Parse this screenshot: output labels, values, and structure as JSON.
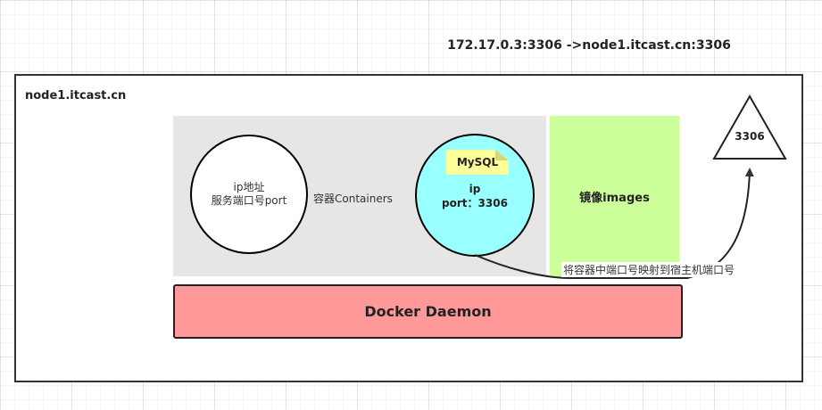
{
  "header": {
    "mapping": "172.17.0.3:3306  ->node1.itcast.cn:3306"
  },
  "host": {
    "title": "node1.itcast.cn"
  },
  "container_a": {
    "line1": "ip地址",
    "line2": "服务端口号port"
  },
  "containers": {
    "label": "容器Containers"
  },
  "mysql": {
    "note": "MySQL",
    "line1": "ip",
    "line2": "port：3306"
  },
  "images": {
    "label": "镜像images"
  },
  "daemon": {
    "label": "Docker Daemon"
  },
  "host_port": {
    "label": "3306"
  },
  "edge": {
    "label": "将容器中端口号映射到宿主机端口号"
  }
}
